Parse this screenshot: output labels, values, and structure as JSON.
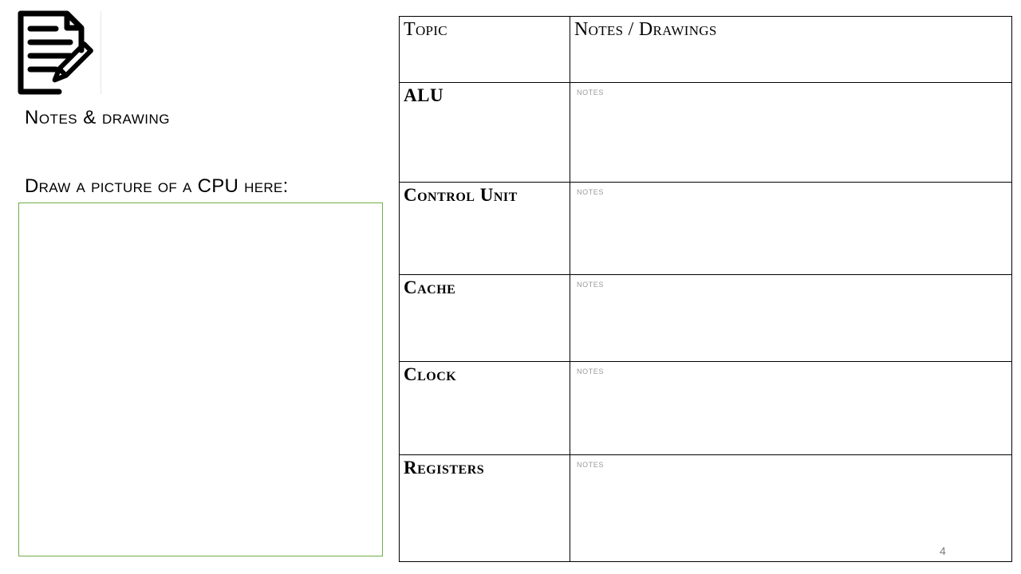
{
  "header": {
    "icon": "document-edit-icon",
    "subtitle": "Notes & drawing"
  },
  "drawing_area": {
    "prompt": "Draw a picture of a CPU here:",
    "border_color": "#70ad47"
  },
  "table": {
    "headers": [
      "Topic",
      "Notes / Drawings"
    ],
    "rows": [
      {
        "topic": "ALU",
        "notes": "notes"
      },
      {
        "topic": "Control Unit",
        "notes": "notes"
      },
      {
        "topic": "Cache",
        "notes": "notes"
      },
      {
        "topic": "Clock",
        "notes": "notes"
      },
      {
        "topic": "Registers",
        "notes": "notes"
      }
    ]
  },
  "footer": {
    "page_number": "4"
  }
}
